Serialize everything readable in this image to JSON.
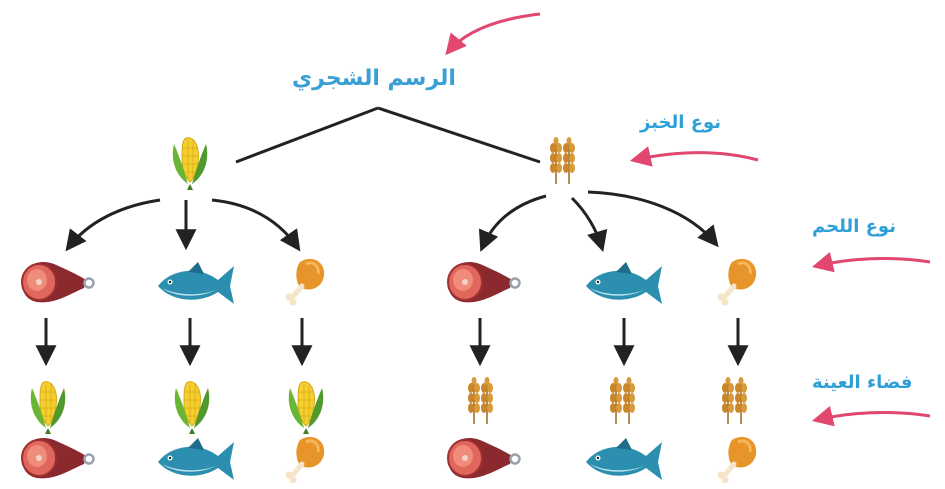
{
  "labels": {
    "tree_diagram": "الرسم الشجري",
    "bread_type": "نوع الخبز",
    "meat_type": "نوع اللحم",
    "sample_space": "فضاء العينة"
  },
  "colors": {
    "label": "#2f9fd8",
    "pointer_arrow": "#e2476f",
    "branch": "#222222",
    "ham": "#c54b42",
    "fish": "#2d8fb0",
    "chicken": "#e7952b",
    "corn": "#f4cf2d",
    "wheat": "#c9862a"
  },
  "tree": {
    "root": "tree_diagram",
    "level1": [
      {
        "item": "corn-icon",
        "children": [
          "ham-icon",
          "fish-icon",
          "chicken-icon"
        ]
      },
      {
        "item": "wheat-icon",
        "children": [
          "ham-icon",
          "fish-icon",
          "chicken-icon"
        ]
      }
    ],
    "sample_space": [
      [
        "corn-icon",
        "ham-icon"
      ],
      [
        "corn-icon",
        "fish-icon"
      ],
      [
        "corn-icon",
        "chicken-icon"
      ],
      [
        "wheat-icon",
        "ham-icon"
      ],
      [
        "wheat-icon",
        "fish-icon"
      ],
      [
        "wheat-icon",
        "chicken-icon"
      ]
    ]
  }
}
